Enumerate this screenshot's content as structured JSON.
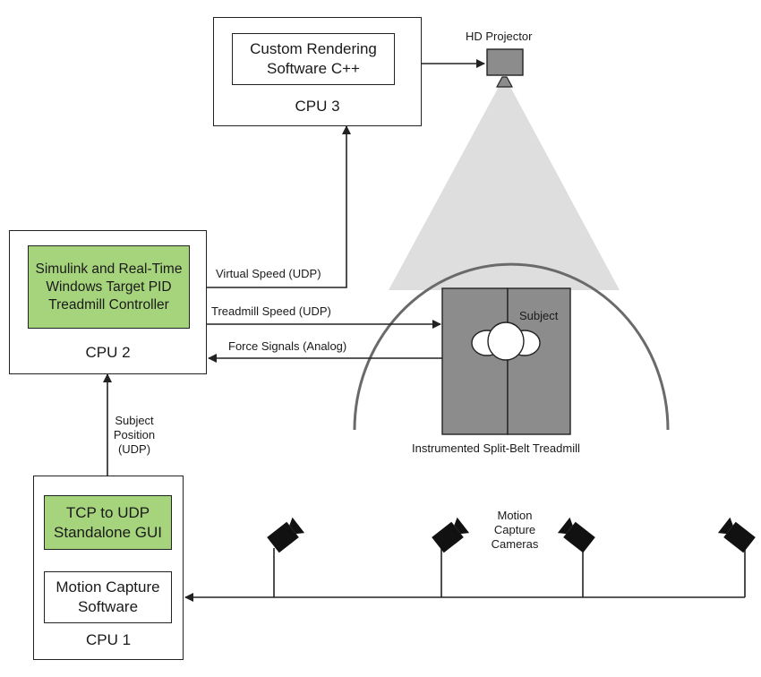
{
  "cpu3": {
    "label": "CPU 3",
    "software": "Custom Rendering\nSoftware C++"
  },
  "cpu2": {
    "label": "CPU 2",
    "software": "Simulink and Real-Time\nWindows Target PID\nTreadmill Controller"
  },
  "cpu1": {
    "label": "CPU 1",
    "gui": "TCP to UDP\nStandalone GUI",
    "software": "Motion Capture\nSoftware"
  },
  "projector": {
    "label": "HD Projector"
  },
  "signals": {
    "virtual_speed": "Virtual Speed (UDP)",
    "treadmill_speed": "Treadmill Speed (UDP)",
    "force_signals": "Force Signals (Analog)",
    "subject_position": "Subject\nPosition\n(UDP)"
  },
  "treadmill": {
    "subject": "Subject",
    "caption": "Instrumented Split-Belt Treadmill"
  },
  "cameras": {
    "label": "Motion\nCapture\nCameras",
    "icon": "camera-icon"
  },
  "colors": {
    "green": "#a6d47c",
    "treadmill": "#8c8c8c",
    "cone": "#dedede",
    "line": "#222222"
  }
}
